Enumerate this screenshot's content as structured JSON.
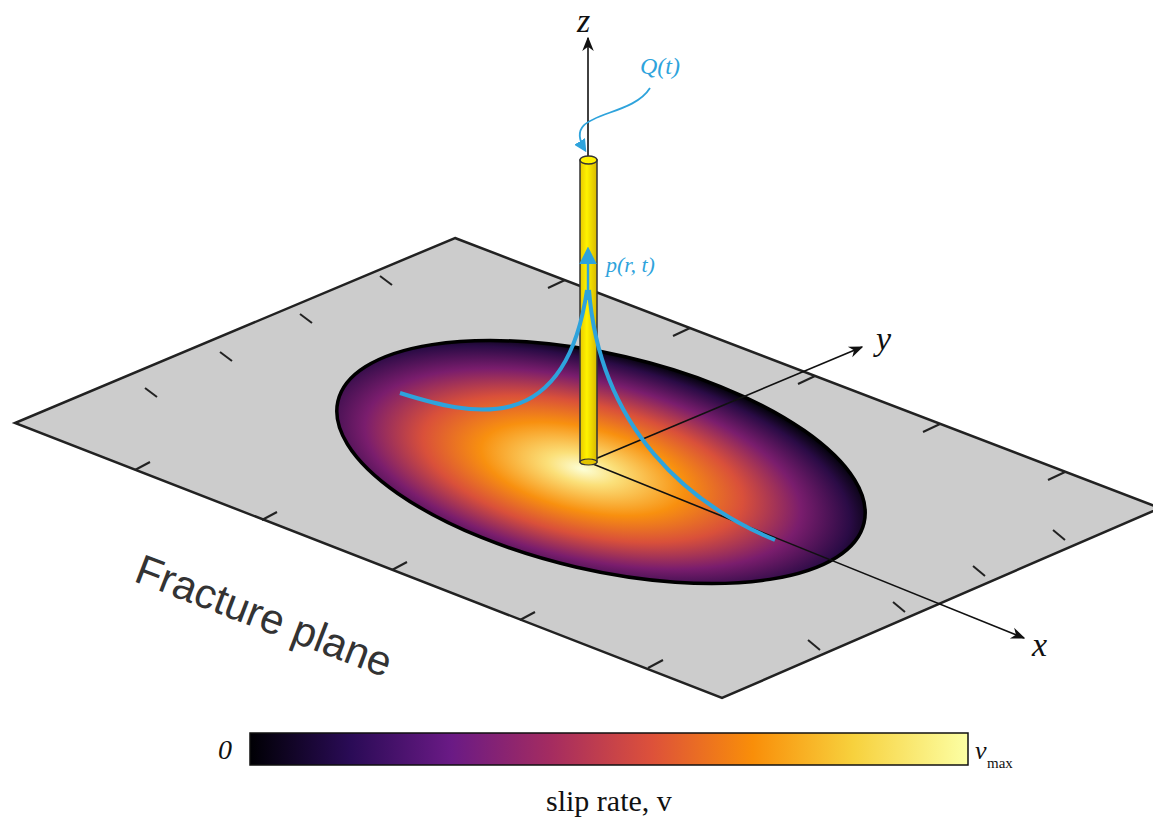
{
  "diagram": {
    "labels": [
      "z",
      "Q(t)",
      "p(r, t)",
      "y",
      "x",
      "Fracture plane",
      "0",
      "v",
      "max",
      "slip rate, v"
    ]
  }
}
